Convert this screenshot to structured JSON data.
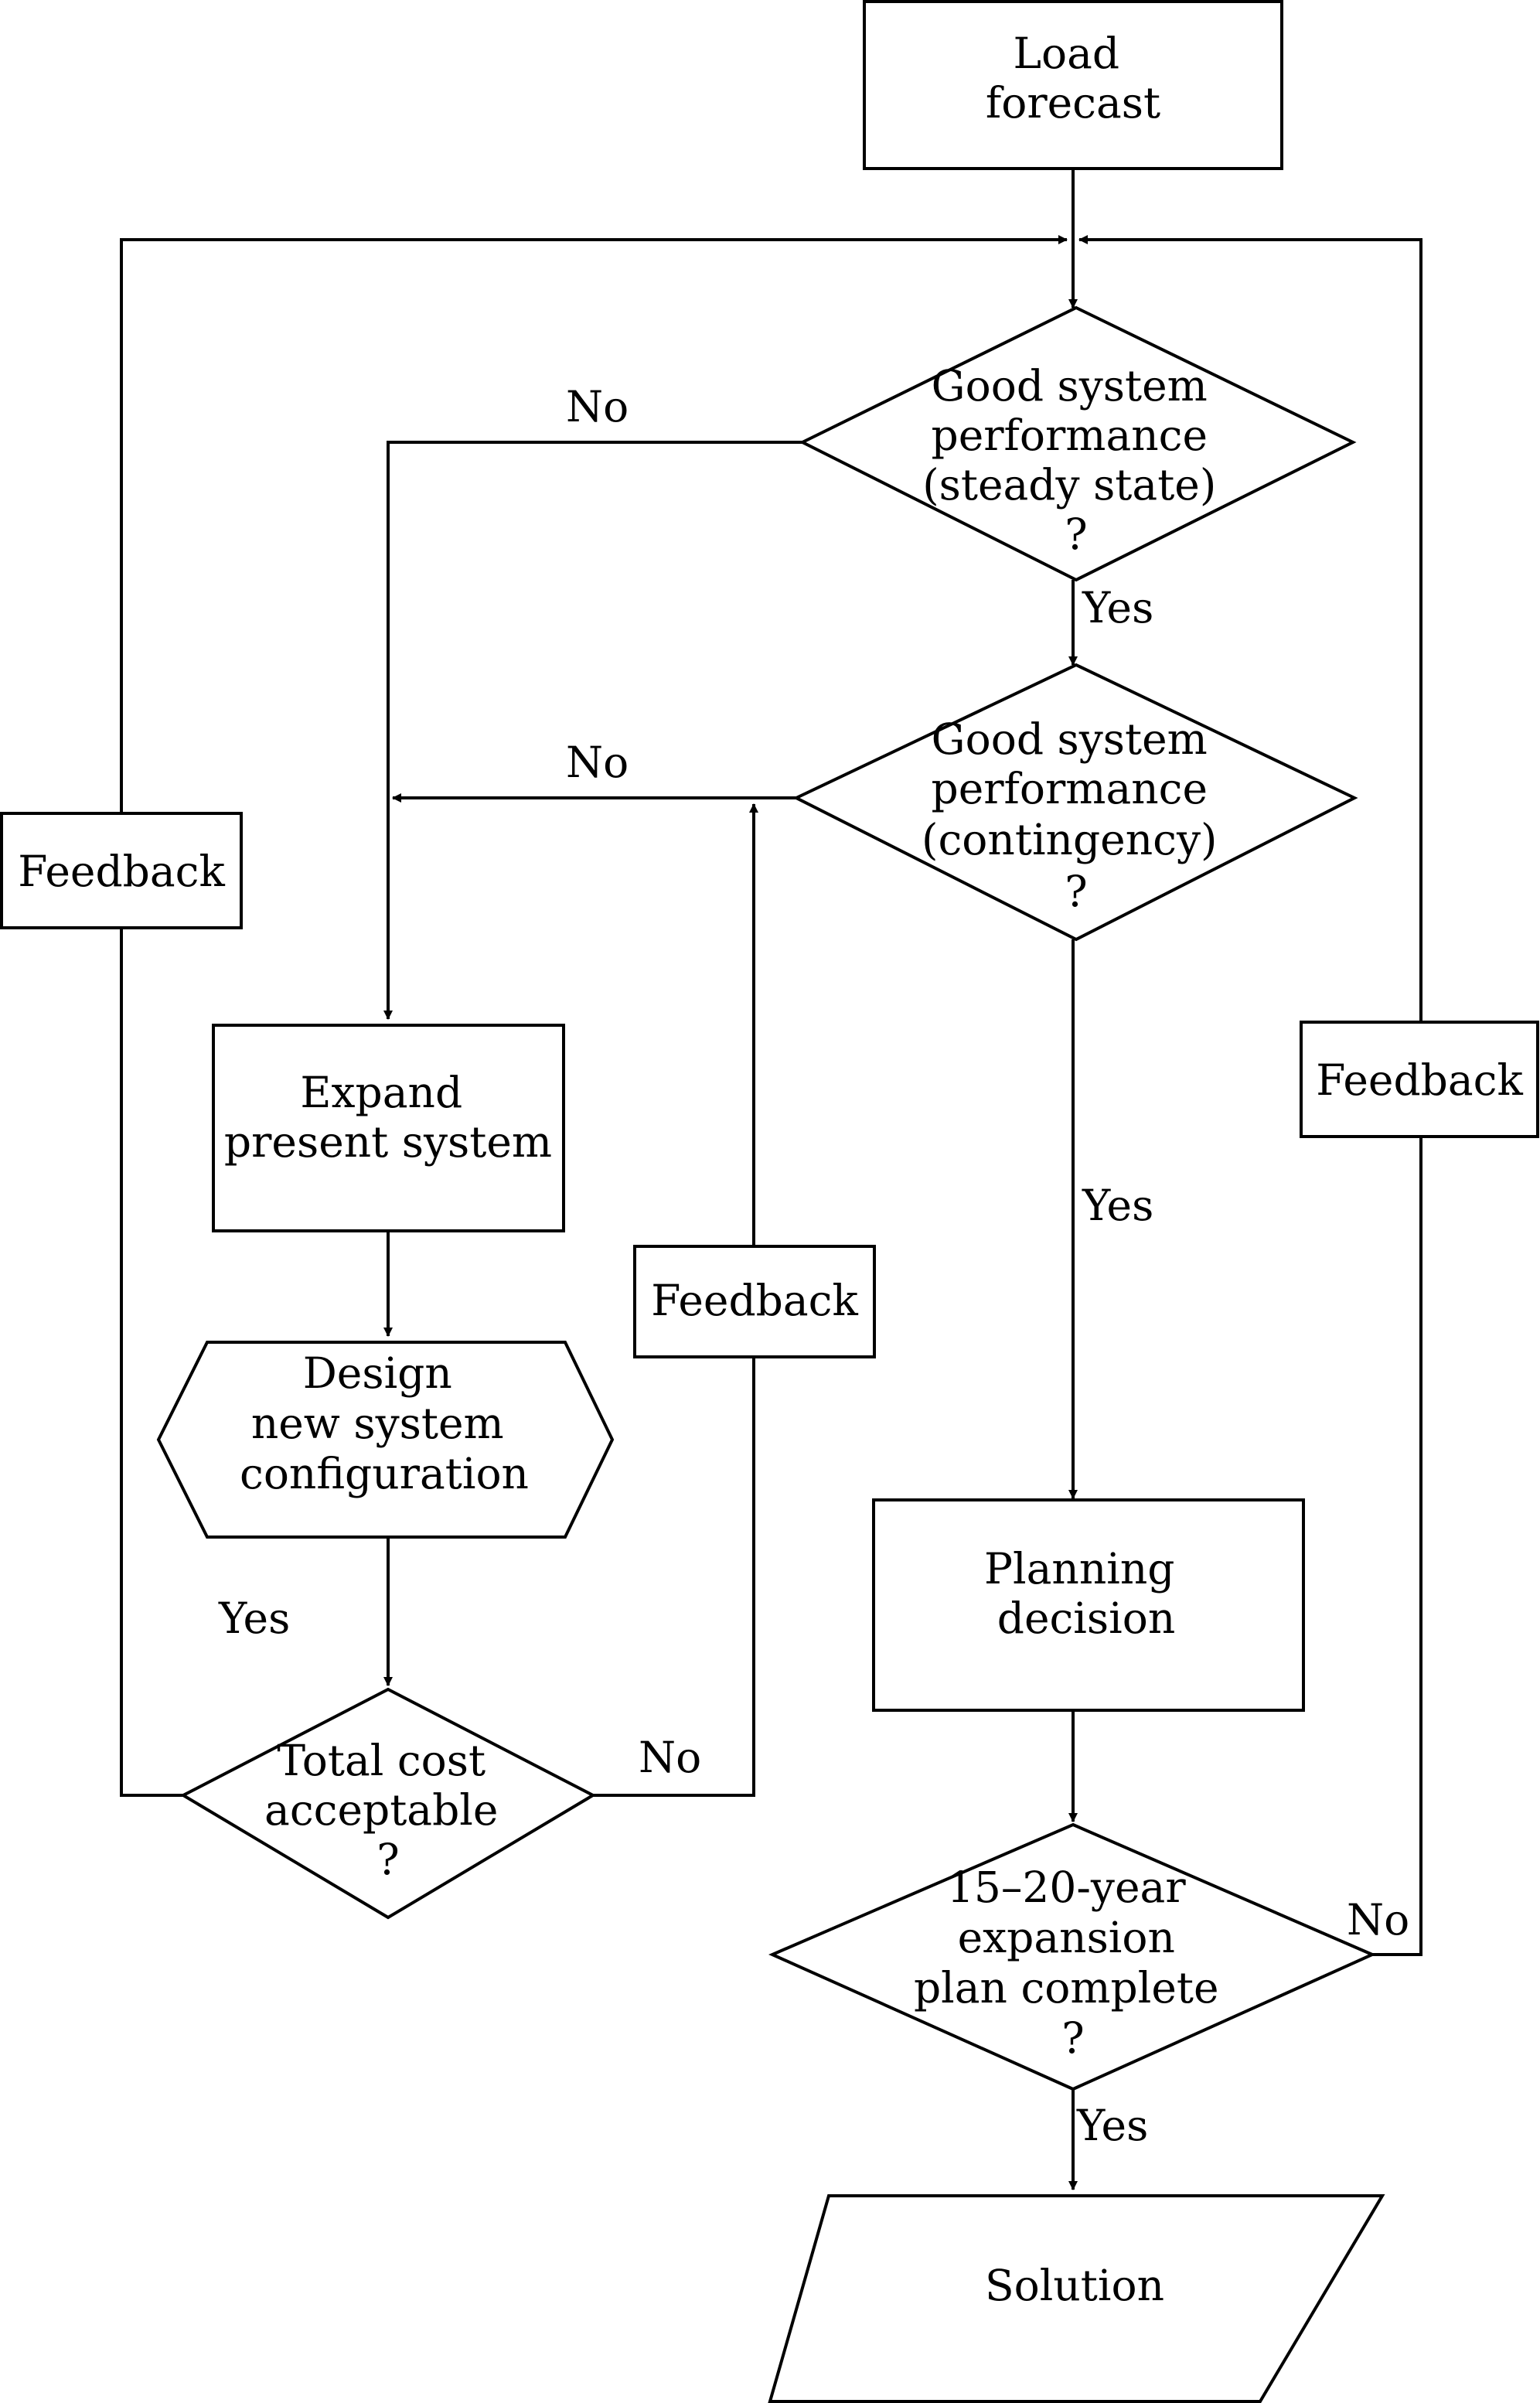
{
  "nodes": {
    "load_forecast": [
      "Load",
      "forecast"
    ],
    "steady_state": [
      "Good system",
      "performance",
      "(steady state)",
      "?"
    ],
    "contingency": [
      "Good system",
      "performance",
      "(contingency)",
      "?"
    ],
    "expand": [
      "Expand",
      "present system"
    ],
    "design": [
      "Design",
      "new system",
      "configuration"
    ],
    "total_cost": [
      "Total cost",
      "acceptable",
      "?"
    ],
    "planning": [
      "Planning",
      "decision"
    ],
    "expansion_plan": [
      "15–20-year",
      "expansion",
      "plan complete",
      "?"
    ],
    "solution": [
      "Solution"
    ],
    "feedback_left": [
      "Feedback"
    ],
    "feedback_middle": [
      "Feedback"
    ],
    "feedback_right": [
      "Feedback"
    ]
  },
  "edge_labels": {
    "steady_no": "No",
    "steady_yes": "Yes",
    "contingency_no": "No",
    "contingency_yes": "Yes",
    "design_yes": "Yes",
    "cost_no": "No",
    "plan_no": "No",
    "plan_yes": "Yes"
  }
}
